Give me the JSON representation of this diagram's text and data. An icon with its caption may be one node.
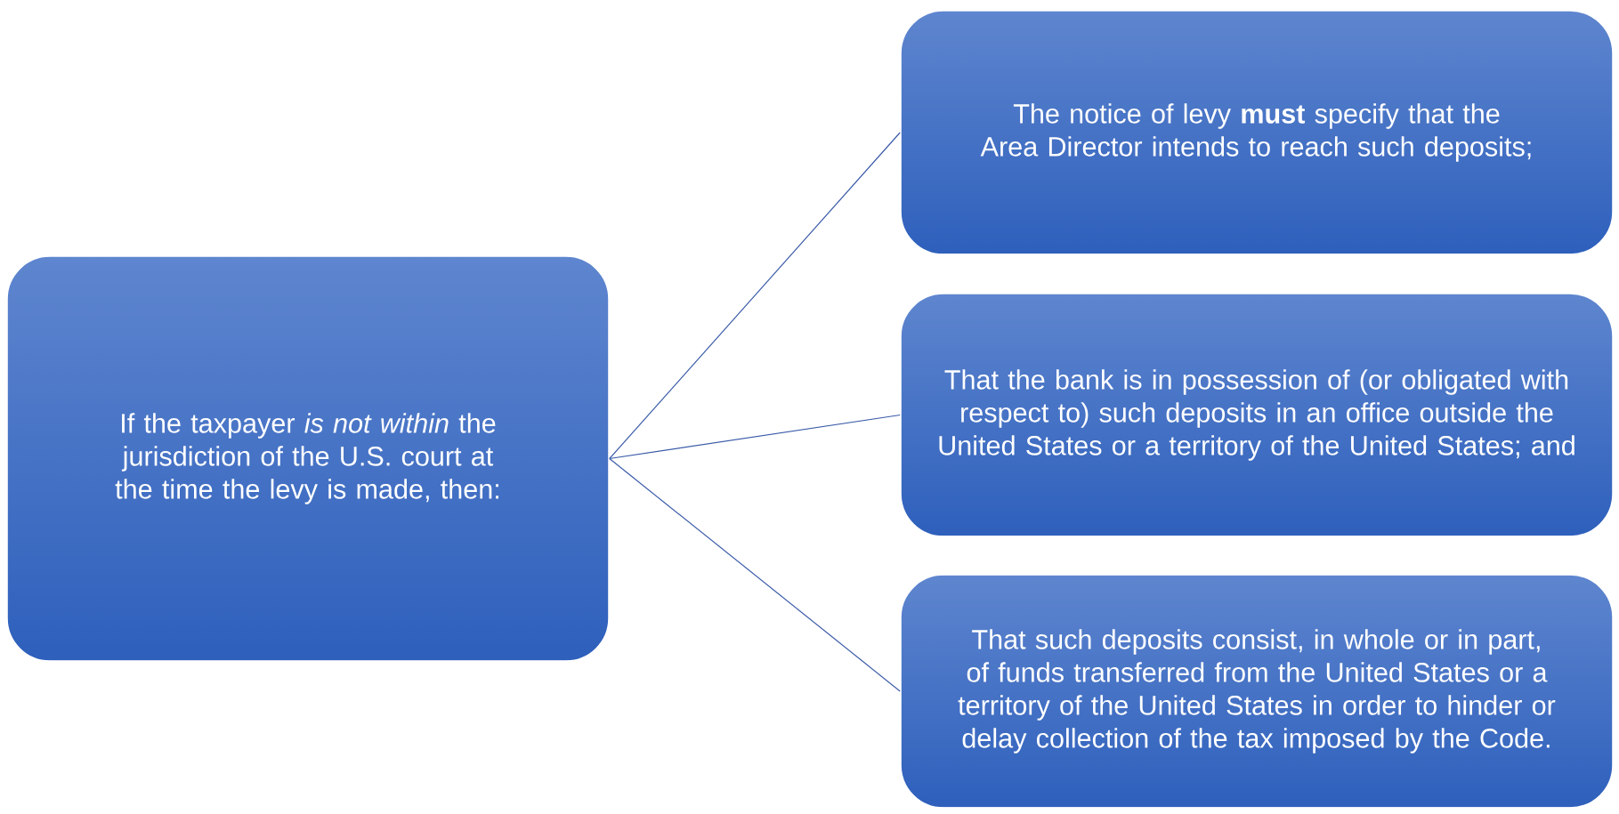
{
  "diagram": {
    "nodes": [
      {
        "text": [
          "If the taxpayer *is not within* the jurisdiction of the U.S. court at the time the levy is made, then:"
        ]
      },
      {
        "text": [
          "The notice of levy **must** specify that the Area Director intends to reach such deposits;"
        ]
      },
      {
        "text": [
          "That the bank is in possession of (or obligated with respect to) such deposits in an office outside the United States or a territory of the United States; and"
        ]
      },
      {
        "text": [
          "That such deposits consist, in whole or in part, of funds transferred from the United States or a territory of the United States in order to hinder or delay collection of the tax imposed by the Code."
        ]
      }
    ],
    "edges": [
      {
        "from": 0,
        "to": 1,
        "arrow": "none"
      },
      {
        "from": 0,
        "to": 2,
        "arrow": "none"
      },
      {
        "from": 0,
        "to": 3,
        "arrow": "none"
      }
    ]
  }
}
